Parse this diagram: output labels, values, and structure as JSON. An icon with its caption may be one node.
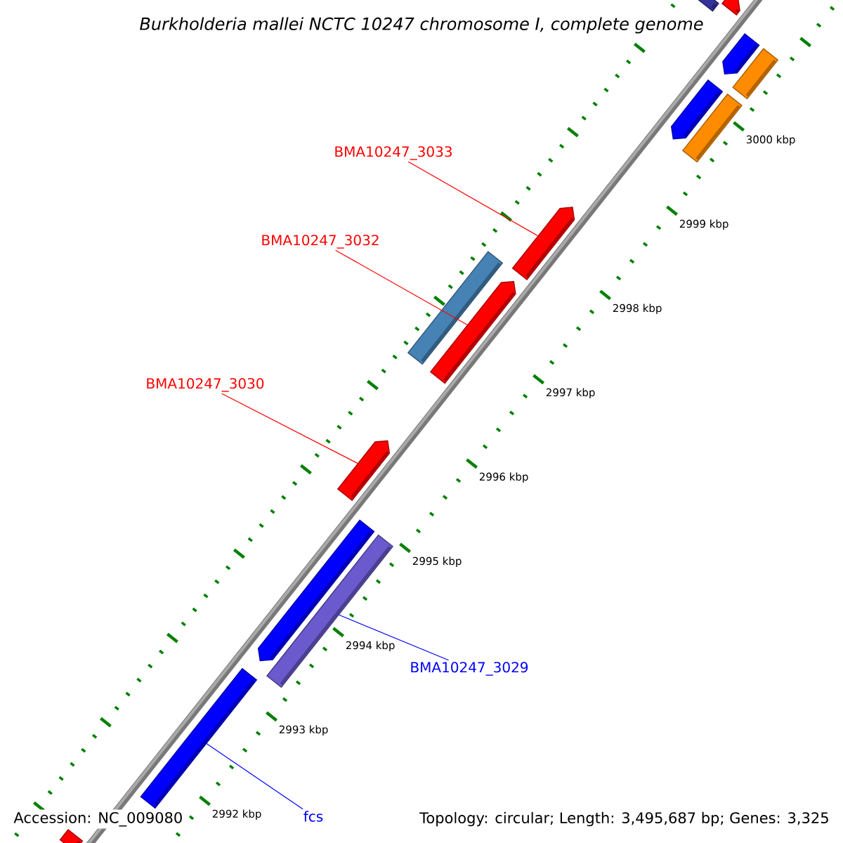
{
  "diagram": {
    "title": "Burkholderia mallei NCTC 10247 chromosome I, complete genome",
    "nodes": [
      {
        "text": [
          "BMA10247_3033"
        ]
      },
      {
        "text": [],
        "shape": "pentagon"
      },
      {
        "text": [
          "BMA10247_3032"
        ]
      },
      {
        "text": [],
        "shape": "pentagon"
      },
      {
        "text": [
          "BMA10247_3030"
        ]
      },
      {
        "text": [],
        "shape": "pentagon"
      },
      {
        "text": [
          "BMA10247_3029"
        ]
      },
      {
        "text": [],
        "shape": "bar"
      },
      {
        "text": [
          "fcs"
        ]
      },
      {
        "text": [],
        "shape": "bar"
      },
      {
        "text": [],
        "shape": "bar"
      },
      {
        "text": [],
        "shape": "pentagon"
      },
      {
        "text": [],
        "shape": "pentagon"
      },
      {
        "text": [],
        "shape": "bar"
      },
      {
        "text": [],
        "shape": "pentagon"
      },
      {
        "text": [],
        "shape": "bar"
      },
      {
        "text": [],
        "shape": "bar"
      },
      {
        "text": [],
        "shape": "pentagon"
      },
      {
        "text": [],
        "shape": "bar"
      }
    ],
    "edges": [
      {
        "from": 0,
        "to": 1,
        "arrow": "none",
        "color": "#ff0000"
      },
      {
        "from": 2,
        "to": 3,
        "arrow": "none",
        "color": "#ff0000"
      },
      {
        "from": 4,
        "to": 5,
        "arrow": "none",
        "color": "#ff0000"
      },
      {
        "from": 6,
        "to": 7,
        "arrow": "none",
        "color": "#0000ff"
      },
      {
        "from": 8,
        "to": 9,
        "arrow": "none",
        "color": "#0000ff"
      }
    ],
    "labels": [
      "3000 kbp",
      "2999 kbp",
      "2998 kbp",
      "2997 kbp",
      "2996 kbp",
      "2995 kbp",
      "2994 kbp",
      "2993 kbp",
      "2992 kbp",
      "Accession: NC_009080",
      "Topology: circular; Length: 3,495,687 bp; Genes: 3,325"
    ]
  }
}
